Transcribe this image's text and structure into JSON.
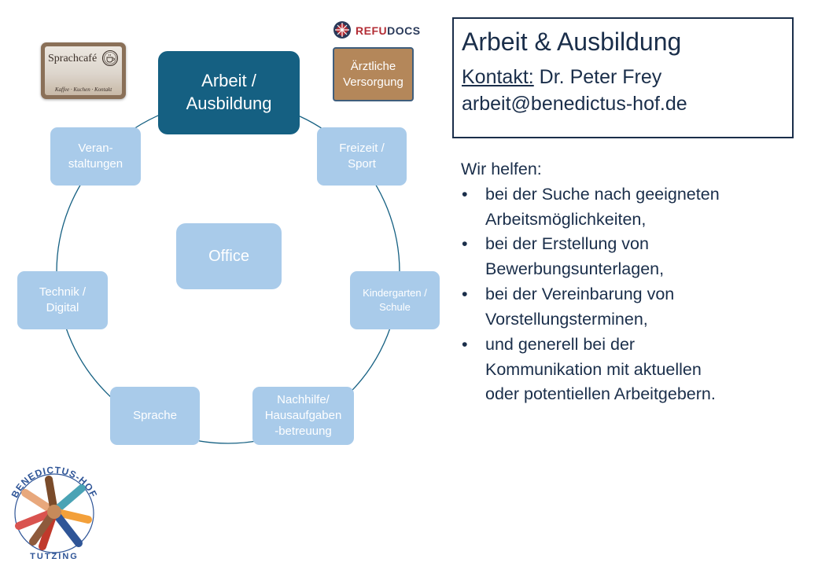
{
  "diagram": {
    "center_node": "Arbeit /\nAusbildung",
    "office_node": "Office",
    "ring_nodes": [
      {
        "id": "freizeit",
        "label": "Freizeit /\nSport"
      },
      {
        "id": "kindergarten",
        "label": "Kindergarten /\nSchule"
      },
      {
        "id": "nachhilfe",
        "label": "Nachhilfe/\nHausaufgaben\n-betreuung"
      },
      {
        "id": "sprache",
        "label": "Sprache"
      },
      {
        "id": "technik",
        "label": "Technik /\nDigital"
      },
      {
        "id": "veranstaltungen",
        "label": "Veran-\nstaltungen"
      }
    ]
  },
  "logos": {
    "sprachcafe": {
      "title": "Sprachcafé",
      "tagline": "Kaffee · Kuchen · Kontakt"
    },
    "refudocs": {
      "part1": "REFU",
      "part2": "DOCS"
    },
    "aerztliche": "Ärztliche\nVersorgung",
    "benedictus": {
      "top": "BENEDICTUS-HOF",
      "bottom": "TUTZING"
    }
  },
  "contact": {
    "title": "Arbeit & Ausbildung",
    "label": "Kontakt:",
    "name": " Dr. Peter Frey",
    "email": "arbeit@benedictus-hof.de"
  },
  "help": {
    "intro": "Wir helfen:",
    "bullet": "•",
    "items": [
      "bei der Suche nach geeigneten\nArbeitsmöglichkeiten,",
      "bei der Erstellung von\nBewerbungsunterlagen,",
      "bei der Vereinbarung von\nVorstellungsterminen,",
      "und generell bei der\nKommunikation mit aktuellen\noder potentiellen Arbeitgebern."
    ]
  },
  "colors": {
    "center": "#156082",
    "node": "#a9cbea",
    "ring": "#156082",
    "text": "#1a2e4a",
    "aerztliche": "#b4875a",
    "refu_red": "#b32d35",
    "refu_dark": "#2a3a5a"
  }
}
